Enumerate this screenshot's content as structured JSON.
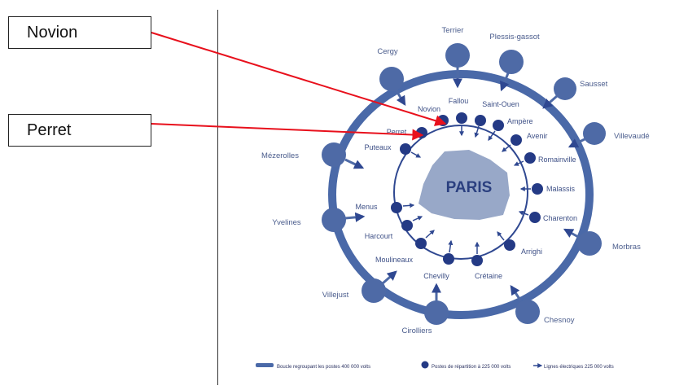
{
  "callouts": [
    "Novion",
    "Perret"
  ],
  "center_label": "PARIS",
  "outer_stations": [
    "Terrier",
    "Plessis-gassot",
    "Sausset",
    "Villevaudé",
    "Morbras",
    "Chesnoy",
    "Cirolliers",
    "Villejust",
    "Yvelines",
    "Mézerolles",
    "Cergy"
  ],
  "inner_stations": [
    "Novion",
    "Fallou",
    "Saint-Ouen",
    "Ampère",
    "Avenir",
    "Romainville",
    "Malassis",
    "Charenton",
    "Arrighi",
    "Crétaine",
    "Chevilly",
    "Moulineaux",
    "Harcourt",
    "Menus",
    "Puteaux",
    "Perret"
  ],
  "legend": {
    "loop": "Boucle regroupant les postes 400 000 volts",
    "posts": "Postes de répartition à 225 000 volts",
    "lines": "Lignes électriques 225 000 volts"
  },
  "colors": {
    "ring": "#4a69a8",
    "outer_node": "#4e6aa6",
    "inner_node": "#243a85",
    "inner_ring": "#2f4891",
    "paris": "#98a8c8",
    "label": "#4a5c8c",
    "arrow": "#e8101c",
    "panel_bg": "#ffffff"
  }
}
